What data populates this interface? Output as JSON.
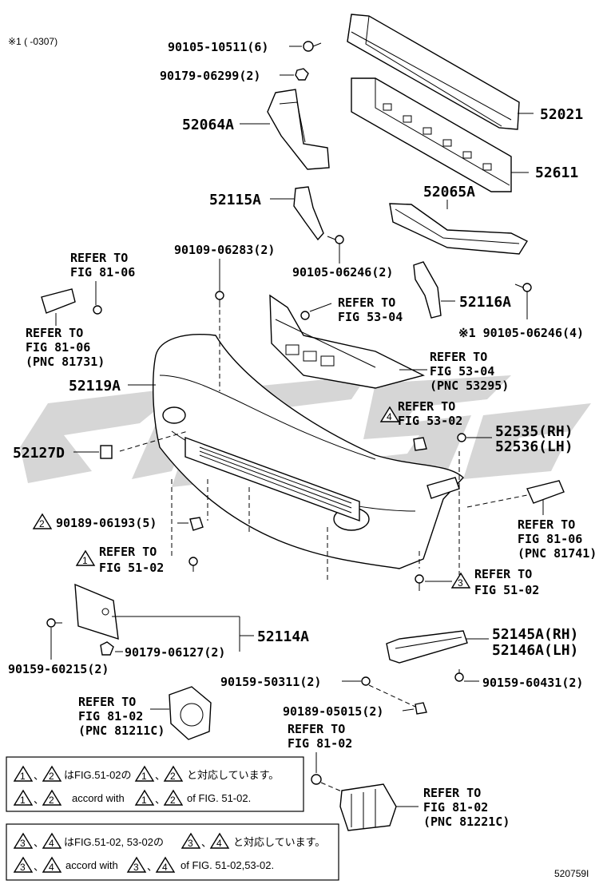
{
  "header_note": "※1 (     -0307)",
  "figure_id": "520759I",
  "callouts": {
    "c_90105_10511": "90105-10511(6)",
    "c_90179_06299": "90179-06299(2)",
    "c_52021": "52021",
    "c_52064A": "52064A",
    "c_52611": "52611",
    "c_52115A": "52115A",
    "c_52065A": "52065A",
    "c_90109_06283": "90109-06283(2)",
    "c_90105_06246": "90105-06246(2)",
    "c_52116A": "52116A",
    "c_90105_06246_4": "※1 90105-06246(4)",
    "c_52119A": "52119A",
    "c_52127D": "52127D",
    "c_52535": "52535(RH)",
    "c_52536": "52536(LH)",
    "c_90189_06193": "90189-06193(5)",
    "c_52114A": "52114A",
    "c_90159_60215": "90159-60215(2)",
    "c_90179_06127": "90179-06127(2)",
    "c_52145A": "52145A(RH)",
    "c_52146A": "52146A(LH)",
    "c_90159_50311": "90159-50311(2)",
    "c_90159_60431": "90159-60431(2)",
    "c_90189_05015": "90189-05015(2)"
  },
  "refs": {
    "r1_l1": "REFER TO",
    "r1_l2": "FIG 81-06",
    "r2_l1": "REFER TO",
    "r2_l2": "FIG 81-06",
    "r2_l3": "(PNC 81731)",
    "r3_l1": "REFER TO",
    "r3_l2": "FIG 53-04",
    "r4_l1": "REFER TO",
    "r4_l2": "FIG 53-04",
    "r4_l3": "(PNC 53295)",
    "r5_l1": "REFER TO",
    "r5_l2": "FIG 53-02",
    "r6_l1": "REFER TO",
    "r6_l2": "FIG 81-06",
    "r6_l3": "(PNC 81741)",
    "r7_l1": "REFER TO",
    "r7_l2": "FIG 51-02",
    "r8_l1": "REFER TO",
    "r8_l2": "FIG 51-02",
    "r9_l1": "REFER TO",
    "r9_l2": "FIG 81-02",
    "r9_l3": "(PNC 81211C)",
    "r10_l1": "REFER TO",
    "r10_l2": "FIG 81-02",
    "r11_l1": "REFER TO",
    "r11_l2": "FIG 81-02",
    "r11_l3": "(PNC 81221C)"
  },
  "triangles": {
    "t1": "1",
    "t2": "2",
    "t3": "3",
    "t4": "4"
  },
  "notes": {
    "n1_jp": "はFIG.51-02の",
    "n1_jp2": "と対応しています。",
    "n1_en": "accord with",
    "n1_en2": "of FIG. 51-02.",
    "n2_jp": "はFIG.51-02, 53-02の",
    "n2_jp2": "と対応しています。",
    "n2_en": "accord with",
    "n2_en2": "of FIG. 51-02,53-02.",
    "sep": "、"
  }
}
